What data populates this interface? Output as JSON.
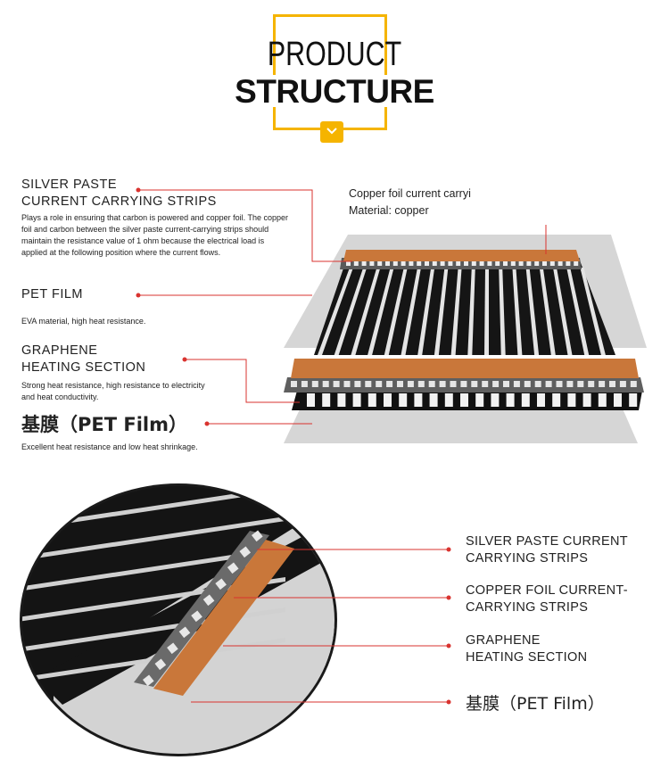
{
  "header": {
    "line1": "PRODUCT",
    "line2": "STRUCTURE"
  },
  "top_diagram": {
    "callouts": [
      {
        "title": "SILVER PASTE\nCURRENT CARRYING STRIPS",
        "description": "Plays a role in ensuring that carbon is powered and copper foil. The copper foil and carbon between the silver paste current-carrying strips should maintain the resistance value of 1 ohm because the electrical load is applied at the following position where the current flows."
      },
      {
        "title": "PET FILM",
        "description": "EVA material, high heat resistance."
      },
      {
        "title": "GRAPHENE\nHEATING SECTION",
        "description": "Strong heat resistance, high resistance to electricity and heat conductivity."
      },
      {
        "title": "基膜（PET Film）",
        "description": "Excellent heat resistance and low heat shrinkage."
      }
    ],
    "copper_caption_line1": "Copper foil current carryi",
    "copper_caption_line2": "Material: copper"
  },
  "bottom_diagram": {
    "labels": [
      "SILVER PASTE CURRENT\nCARRYING STRIPS",
      "COPPER FOIL CURRENT-\nCARRYING STRIPS",
      "GRAPHENE\nHEATING SECTION",
      "基膜（PET Film）"
    ]
  },
  "colors": {
    "accent_yellow": "#f5b400",
    "copper": "#c9773a",
    "leader_red": "#d9332f",
    "graphene_black": "#151515",
    "film_gray": "#d3d3d3"
  }
}
